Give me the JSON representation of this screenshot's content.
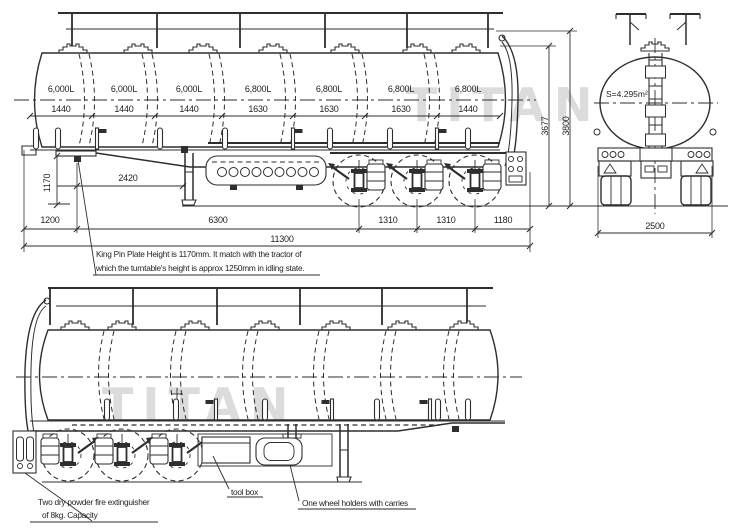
{
  "colors": {
    "line": "#2e2e2e",
    "text": "#1f1f1f",
    "watermark": "#dcdcdc",
    "background": "#ffffff"
  },
  "watermark": {
    "text": "TITAN"
  },
  "side_view": {
    "compartments": [
      {
        "capacity": "6,000L",
        "width_mm": "1440"
      },
      {
        "capacity": "6,000L",
        "width_mm": "1440"
      },
      {
        "capacity": "6,000L",
        "width_mm": "1440"
      },
      {
        "capacity": "6,800L",
        "width_mm": "1630"
      },
      {
        "capacity": "6,800L",
        "width_mm": "1630"
      },
      {
        "capacity": "6,800L",
        "width_mm": "1630"
      },
      {
        "capacity": "6,800L",
        "width_mm": "1440"
      }
    ],
    "dimensions": {
      "kingpin_height": "1170",
      "kingpin_to_landing_gear": "2420",
      "front_overhang": "1200",
      "kingpin_to_first_axle": "6300",
      "axle_spacing_1": "1310",
      "axle_spacing_2": "1310",
      "rear_overhang": "1180",
      "overall_length": "11300",
      "tank_top_height": "3677",
      "overall_height": "3800"
    },
    "kingpin_note_line1": "King Pin Plate Height is 1170mm. It match with the tractor of",
    "kingpin_note_line2": "which the turntable's height is approx 1250mm in idling state.",
    "axle_count": 3
  },
  "rear_view": {
    "cross_section_label": "S=4.295m²",
    "overall_width": "2500"
  },
  "bottom_view": {
    "extinguisher_note_line1": "Two dry powder fire extinguisher",
    "extinguisher_note_line2": "of 8kg. Capacity",
    "toolbox_label": "tool box",
    "wheel_holder_label": "One wheel holders with carries"
  }
}
